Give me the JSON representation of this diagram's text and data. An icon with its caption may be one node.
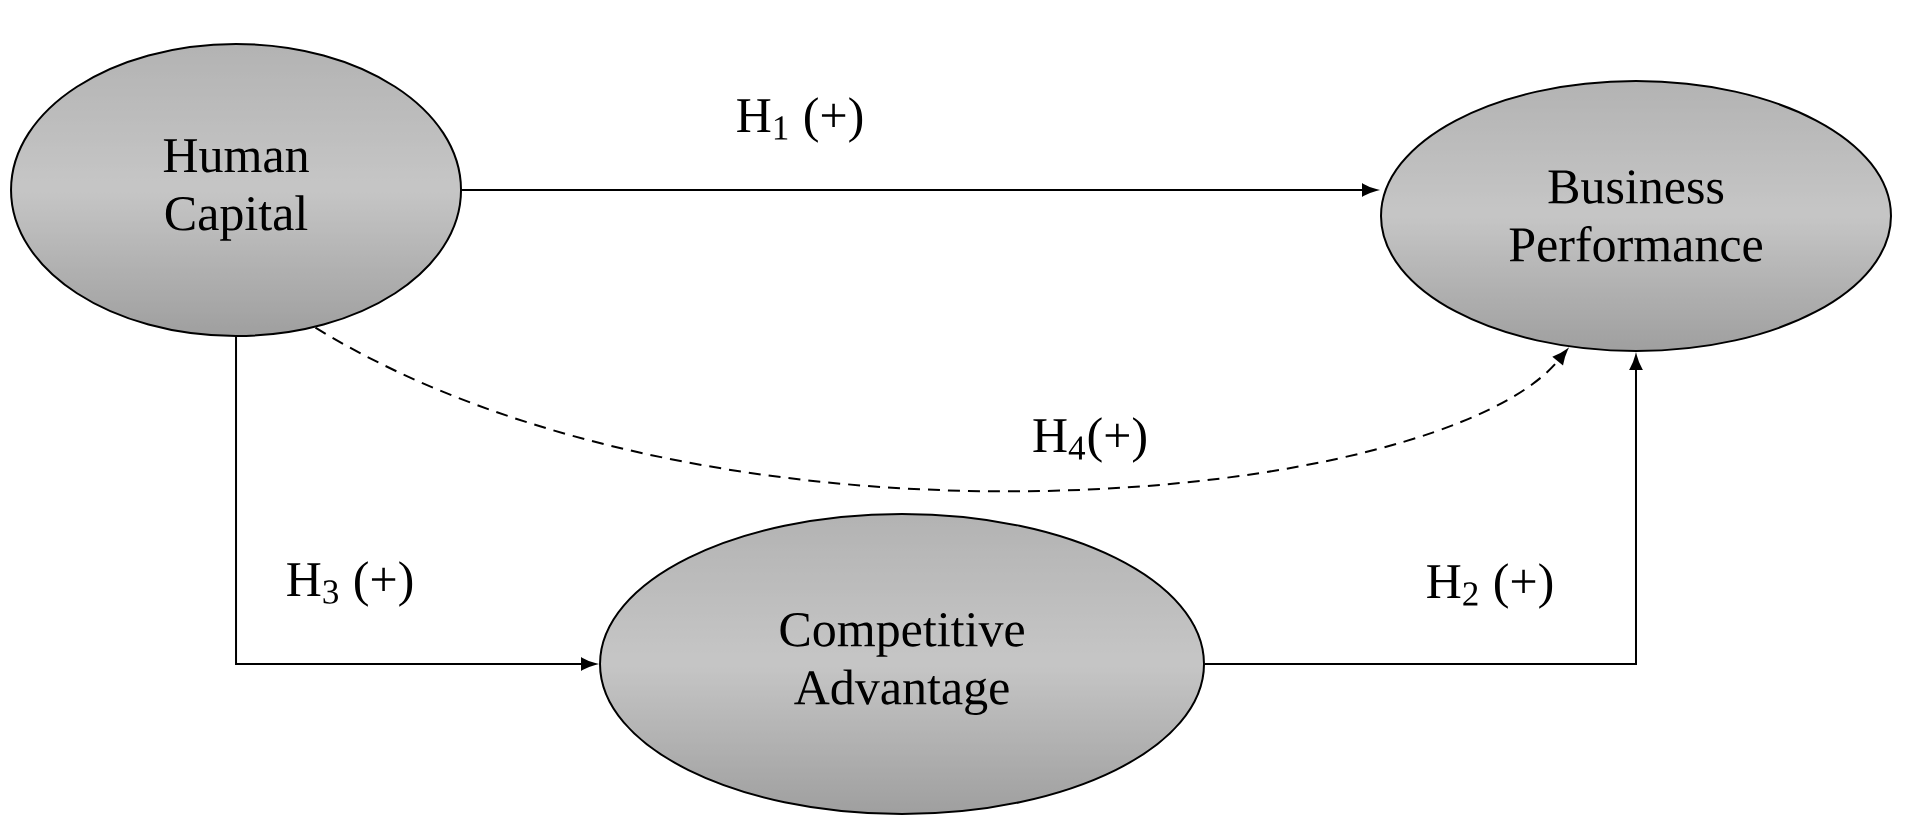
{
  "diagram": {
    "nodes": [
      {
        "text": [
          "Human Capital"
        ]
      },
      {
        "text": [
          "Business Performance"
        ]
      },
      {
        "text": [
          "Competitive Advantage"
        ]
      }
    ],
    "edges": [
      {
        "from": 0,
        "to": 1,
        "arrow": "to",
        "label": "H$_{1}$ (+)"
      },
      {
        "from": 2,
        "to": 1,
        "arrow": "to",
        "label": "H$_{2}$ (+)"
      },
      {
        "from": 0,
        "to": 2,
        "arrow": "to",
        "label": "H$_{3}$ (+)"
      },
      {
        "from": 0,
        "to": 1,
        "arrow": "to",
        "label": "H$_{4}$(+)",
        "style": "dashed"
      }
    ]
  }
}
